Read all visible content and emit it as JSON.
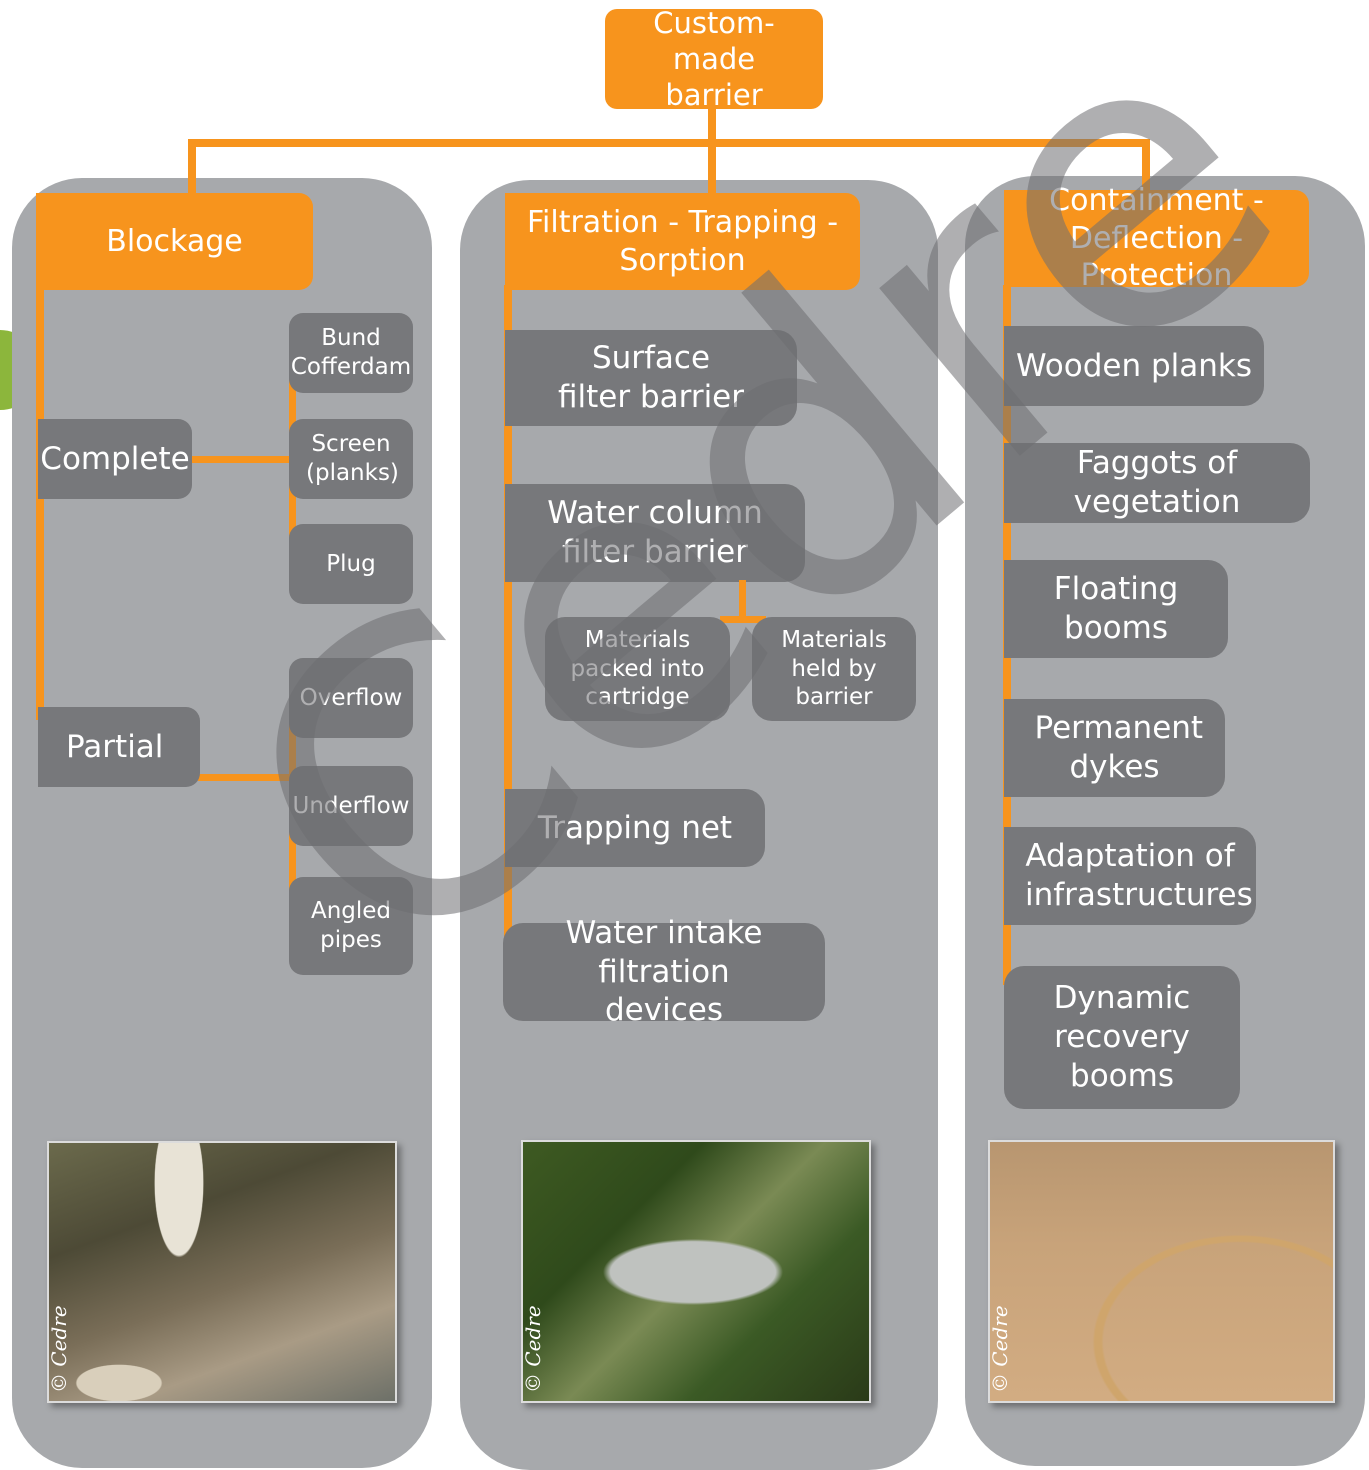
{
  "root": {
    "label": "Custom-made barrier"
  },
  "columns": [
    {
      "title": "Blockage",
      "groups": [
        {
          "label": "Complete",
          "items": [
            "Bund Cofferdam",
            "Screen (planks)",
            "Plug"
          ]
        },
        {
          "label": "Partial",
          "items": [
            "Overflow",
            "Underflow",
            "Angled pipes"
          ]
        }
      ],
      "photo_credit": "© Cedre"
    },
    {
      "title": "Filtration - Trapping - Sorption",
      "items": [
        "Surface filter barrier",
        "Water column filter barrier",
        "Trapping net",
        "Water intake filtration devices"
      ],
      "sub_items": [
        "Materials packed into cartridge",
        "Materials held by barrier"
      ],
      "photo_credit": "© Cedre"
    },
    {
      "title": "Containment - Deflection - Protection",
      "items": [
        "Wooden planks",
        "Faggots of vegetation",
        "Floating booms",
        "Permanent dykes",
        "Adaptation of infrastructures",
        "Dynamic recovery booms"
      ],
      "photo_credit": "© Cedre"
    }
  ],
  "watermark": "Cedre",
  "colors": {
    "orange": "#f7941d",
    "column_gray": "#a7a9ac",
    "box_gray": "#77787b",
    "accent_green": "#8cb63c"
  }
}
